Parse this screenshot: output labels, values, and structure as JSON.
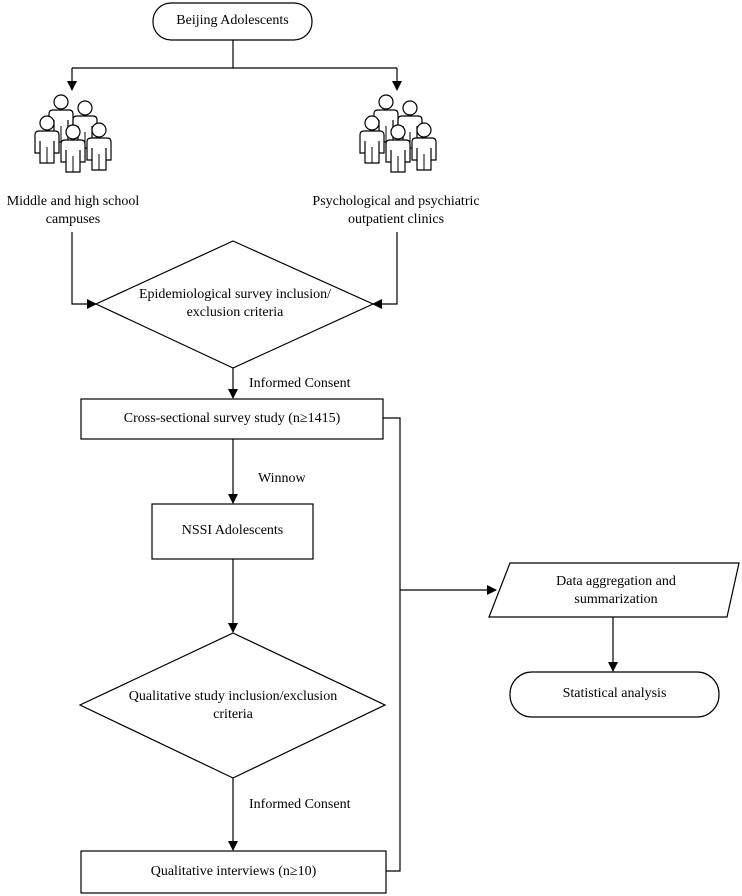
{
  "nodes": {
    "start": {
      "text": "Beijing Adolescents"
    },
    "campus": {
      "line1": "Middle and high school",
      "line2": "campuses",
      "icon": "people-group-icon"
    },
    "clinic": {
      "line1": "Psychological and psychiatric",
      "line2": "outpatient clinics",
      "icon": "people-group-icon"
    },
    "epi_criteria": {
      "line1": "Epidemiological survey inclusion/",
      "line2": "exclusion criteria"
    },
    "cross_sectional": {
      "text": "Cross-sectional survey study (n≥1415)"
    },
    "nssi": {
      "text": "NSSI Adolescents"
    },
    "qual_criteria": {
      "line1": "Qualitative study inclusion/exclusion",
      "line2": "criteria"
    },
    "qual_interviews": {
      "text": "Qualitative interviews (n≥10)"
    },
    "data_aggregation": {
      "line1": "Data aggregation and",
      "line2": "summarization"
    },
    "statistical": {
      "text": "Statistical analysis"
    }
  },
  "edges": {
    "consent_1": "Informed Consent",
    "winnow": "Winnow",
    "consent_2": "Informed Consent"
  },
  "colors": {
    "stroke": "#000000",
    "fill": "#ffffff"
  }
}
